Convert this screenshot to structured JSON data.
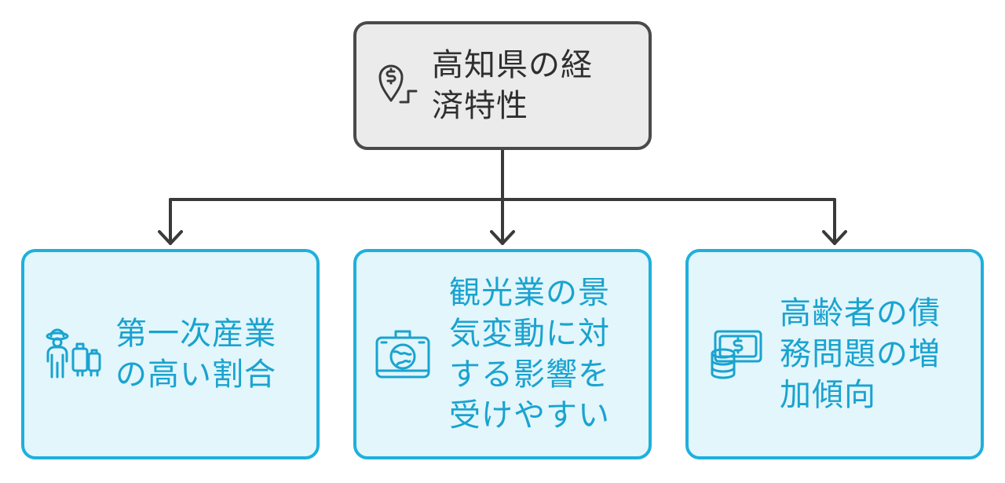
{
  "colors": {
    "root_fill": "#ebebeb",
    "root_border": "#4a4a4a",
    "root_text": "#2f2f2f",
    "child_fill": "#e2f6fc",
    "child_border": "#1fb0dc",
    "child_text": "#1aa3cf",
    "connector": "#3a3a3a"
  },
  "root": {
    "label": "高知県の経\n済特性",
    "icon": "location-dollar-icon"
  },
  "children": [
    {
      "label": "第一次産業\nの高い割合",
      "icon": "farmer-baggage-icon"
    },
    {
      "label": "観光業の景\n気変動に対\nする影響を\n受けやすい",
      "icon": "suitcase-globe-icon"
    },
    {
      "label": "高齢者の債\n務問題の増\n加傾向",
      "icon": "money-coins-icon"
    }
  ]
}
